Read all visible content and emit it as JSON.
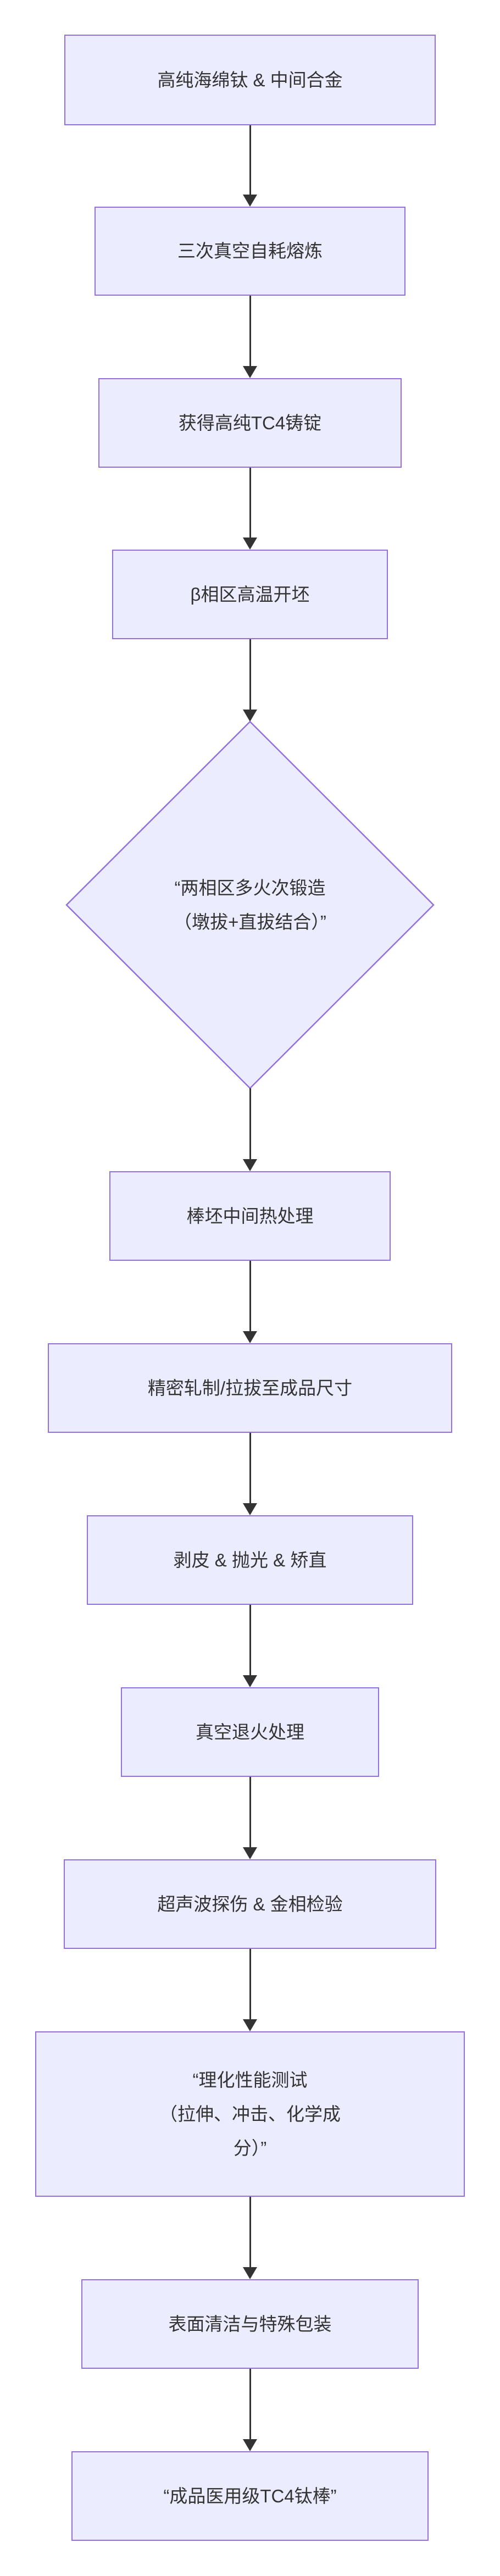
{
  "diagram": {
    "type": "flowchart",
    "direction": "top-down",
    "colors": {
      "background": "#FFFFFF",
      "node_fill": "#ECECFF",
      "node_border": "#9370DB",
      "text": "#333333",
      "arrow": "#333333"
    },
    "nodes": [
      {
        "id": "A",
        "shape": "rect",
        "label": "高纯海绵钛 & 中间合金",
        "lines": [
          "高纯海绵钛 & 中间合金"
        ]
      },
      {
        "id": "B",
        "shape": "rect",
        "label": "三次真空自耗熔炼",
        "lines": [
          "三次真空自耗熔炼"
        ]
      },
      {
        "id": "C",
        "shape": "rect",
        "label": "获得高纯TC4铸锭",
        "lines": [
          "获得高纯TC4铸锭"
        ]
      },
      {
        "id": "D",
        "shape": "rect",
        "label": "β相区高温开坯",
        "lines": [
          "β相区高温开坯"
        ]
      },
      {
        "id": "E",
        "shape": "diamond",
        "label": "“两相区多火次锻造（墩拔+直拔结合）”",
        "lines": [
          "“两相区多火次锻造",
          "（墩拔+直拔结合）”"
        ]
      },
      {
        "id": "F",
        "shape": "rect",
        "label": "棒坯中间热处理",
        "lines": [
          "棒坯中间热处理"
        ]
      },
      {
        "id": "G",
        "shape": "rect",
        "label": "精密轧制/拉拔至成品尺寸",
        "lines": [
          "精密轧制/拉拔至成品尺寸"
        ]
      },
      {
        "id": "H",
        "shape": "rect",
        "label": "剥皮 & 抛光 & 矫直",
        "lines": [
          "剥皮 & 抛光 & 矫直"
        ]
      },
      {
        "id": "I",
        "shape": "rect",
        "label": "真空退火处理",
        "lines": [
          "真空退火处理"
        ]
      },
      {
        "id": "J",
        "shape": "rect",
        "label": "超声波探伤 & 金相检验",
        "lines": [
          "超声波探伤 & 金相检验"
        ]
      },
      {
        "id": "K",
        "shape": "rect",
        "label": "“理化性能测试（拉伸、冲击、化学成分）”",
        "lines": [
          "“理化性能测试",
          "（拉伸、冲击、化学成",
          "分）”"
        ]
      },
      {
        "id": "L",
        "shape": "rect",
        "label": "表面清洁与特殊包装",
        "lines": [
          "表面清洁与特殊包装"
        ]
      },
      {
        "id": "M",
        "shape": "rect",
        "label": "“成品医用级TC4钛棒”",
        "lines": [
          "“成品医用级TC4钛棒”"
        ]
      }
    ],
    "edges": [
      {
        "from": "A",
        "to": "B"
      },
      {
        "from": "B",
        "to": "C"
      },
      {
        "from": "C",
        "to": "D"
      },
      {
        "from": "D",
        "to": "E"
      },
      {
        "from": "E",
        "to": "F"
      },
      {
        "from": "F",
        "to": "G"
      },
      {
        "from": "G",
        "to": "H"
      },
      {
        "from": "H",
        "to": "I"
      },
      {
        "from": "I",
        "to": "J"
      },
      {
        "from": "J",
        "to": "K"
      },
      {
        "from": "K",
        "to": "L"
      },
      {
        "from": "L",
        "to": "M"
      }
    ]
  }
}
